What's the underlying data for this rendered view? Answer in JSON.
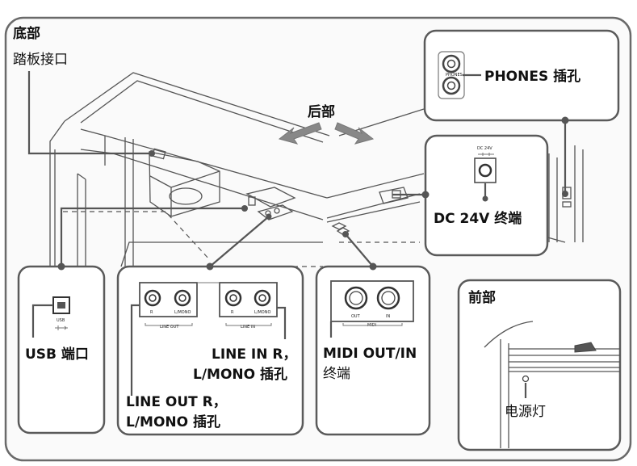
{
  "labels": {
    "bottom_title": "底部",
    "pedal_connector": "踏板接口",
    "rear": "后部",
    "phones_jack": "PHONES 插孔",
    "dc_jack": "DC 24V 终端",
    "usb_port": "USB 端口",
    "line_in": [
      "LINE IN R，",
      "L/MONO 插孔"
    ],
    "line_out": [
      "LINE OUT R，",
      "L/MONO 插孔"
    ],
    "midi": [
      "MIDI OUT/IN",
      "终端"
    ],
    "front_title": "前部",
    "power_lamp": "电源灯"
  },
  "panel_text": {
    "phones_small": "PHONES",
    "dc_small": "DC 24V",
    "usb_small": "USB",
    "line_out_r": "R",
    "line_out_l": "L/MONO",
    "line_out_group": "LINE OUT",
    "line_in_r": "R",
    "line_in_l": "L/MONO",
    "line_in_group": "LINE IN",
    "midi_out": "OUT",
    "midi_in": "IN",
    "midi_group": "MIDI"
  },
  "colors": {
    "frame": "#6a6a6a",
    "leader": "#555555",
    "arrow": "#888888"
  }
}
